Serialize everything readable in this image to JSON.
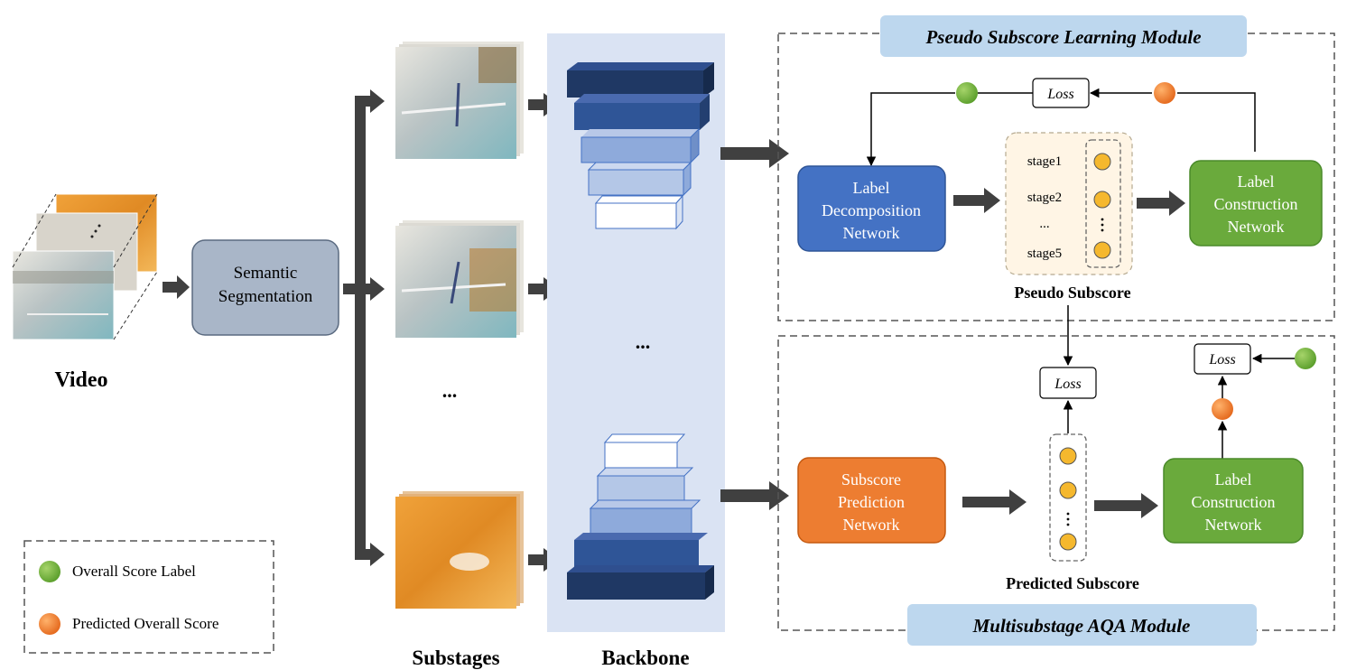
{
  "video": {
    "label": "Video"
  },
  "segmentation": {
    "line1": "Semantic",
    "line2": "Segmentation"
  },
  "substages": {
    "label": "Substages",
    "ellipsis": "..."
  },
  "backbone": {
    "label": "Backbone",
    "ellipsis": "..."
  },
  "pseudo_module": {
    "title": "Pseudo Subscore Learning Module",
    "loss": "Loss",
    "decomposition": {
      "line1": "Label",
      "line2": "Decomposition",
      "line3": "Network"
    },
    "construction": {
      "line1": "Label",
      "line2": "Construction",
      "line3": "Network"
    },
    "stages": [
      "stage1",
      "stage2",
      "...",
      "stage5"
    ],
    "subscore_label": "Pseudo Subscore"
  },
  "aqa_module": {
    "title": "Multisubstage AQA Module",
    "loss_mid": "Loss",
    "loss_right": "Loss",
    "prediction": {
      "line1": "Subscore",
      "line2": "Prediction",
      "line3": "Network"
    },
    "construction": {
      "line1": "Label",
      "line2": "Construction",
      "line3": "Network"
    },
    "subscore_label": "Predicted Subscore"
  },
  "legend": {
    "overall": "Overall Score Label",
    "predicted": "Predicted Overall Score"
  },
  "colors": {
    "green": "#6aaa3c",
    "orange": "#ed7d31",
    "blue_box": "#4472c4",
    "gray_box": "#a9b6c8",
    "gold": "#f5b82e",
    "title_bg": "#bdd7ee",
    "backbone_bg": "#dae3f3",
    "dark_block": "#1f3864"
  }
}
